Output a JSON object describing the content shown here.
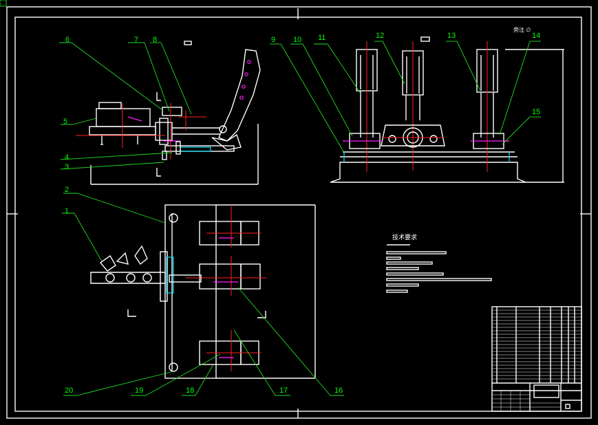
{
  "drawing": {
    "technical_requirements_title": "技术要求",
    "scale_note": "旁注 ∅",
    "part_numbers": [
      "1",
      "2",
      "3",
      "4",
      "5",
      "6",
      "7",
      "8",
      "9",
      "10",
      "11",
      "12",
      "13",
      "14",
      "15",
      "16",
      "17",
      "18",
      "19",
      "20"
    ]
  },
  "colors": {
    "background": "#000000",
    "outline": "#ffffff",
    "leader": "#00ff00",
    "centerline": "#ff2020",
    "section": "#ff20ff",
    "hatch": "#00e0ff"
  }
}
